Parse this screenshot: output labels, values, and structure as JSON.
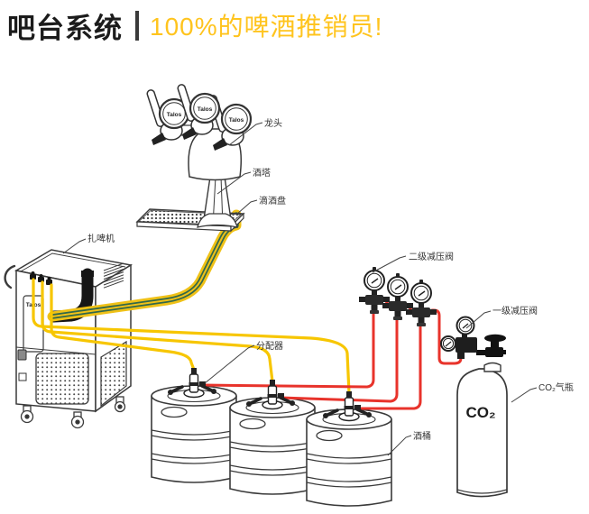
{
  "header": {
    "title": "吧台系统",
    "subtitle": "100%的啤酒推销员!",
    "accent_color": "#FFC41E",
    "divider_color": "#3A3A3A"
  },
  "diagram": {
    "brand": "Talos",
    "cylinder_text": "CO₂",
    "labels": {
      "tap": "龙头",
      "tower": "酒塔",
      "drip_tray": "滴酒盘",
      "beer_machine": "扎啤机",
      "distributor": "分配器",
      "secondary_regulator": "二级减压阀",
      "primary_regulator": "一级减压阀",
      "co2_cylinder": "CO₂气瓶",
      "keg": "酒桶"
    },
    "colors": {
      "beer_line": "#F7C600",
      "gas_line": "#E8332B",
      "python_stripe": "#33684A",
      "line_art": "#3A3A3A"
    }
  }
}
